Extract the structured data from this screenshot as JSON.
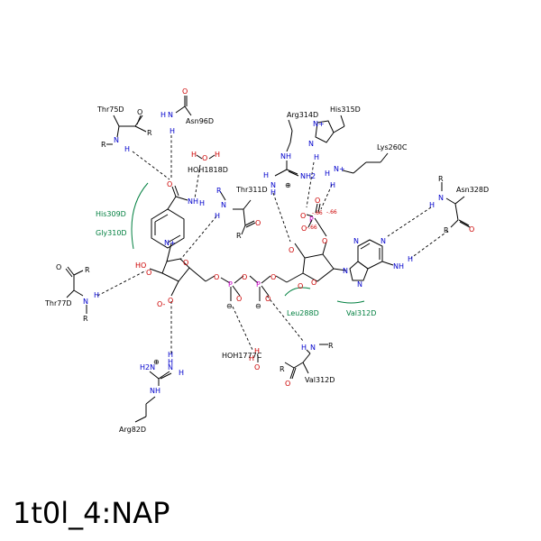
{
  "caption": "1t0l_4:NAP",
  "residues": {
    "thr75": "Thr75D",
    "asn96": "Asn96D",
    "hoh1818": "HOH1818D",
    "his309": "His309D",
    "gly310": "Gly310D",
    "thr311": "Thr311D",
    "arg314": "Arg314D",
    "his315": "His315D",
    "lys260": "Lys260C",
    "asn328": "Asn328D",
    "thr77": "Thr77D",
    "leu288": "Leu288D",
    "val312a": "Val312D",
    "val312b": "Val312D",
    "hoh1777": "HOH1777C",
    "arg82": "Arg82D"
  },
  "atoms": {
    "N": "N",
    "O": "O",
    "H": "H",
    "R": "R",
    "P": "P",
    "NH": "NH",
    "NH2": "NH2",
    "H2N": "H2N",
    "Nplus": "N+",
    "HO": "HO",
    "Ominus": "O-",
    "minus": "⊖",
    "plus": "⊕",
    "charge66a": "-.66",
    "charge66b": "-.66",
    "charge66c": "-.66"
  },
  "colors": {
    "nitrogen": "#0000cc",
    "oxygen": "#cc0000",
    "phosphorus": "#cc00cc",
    "hydrophobic": "#007f3f"
  }
}
